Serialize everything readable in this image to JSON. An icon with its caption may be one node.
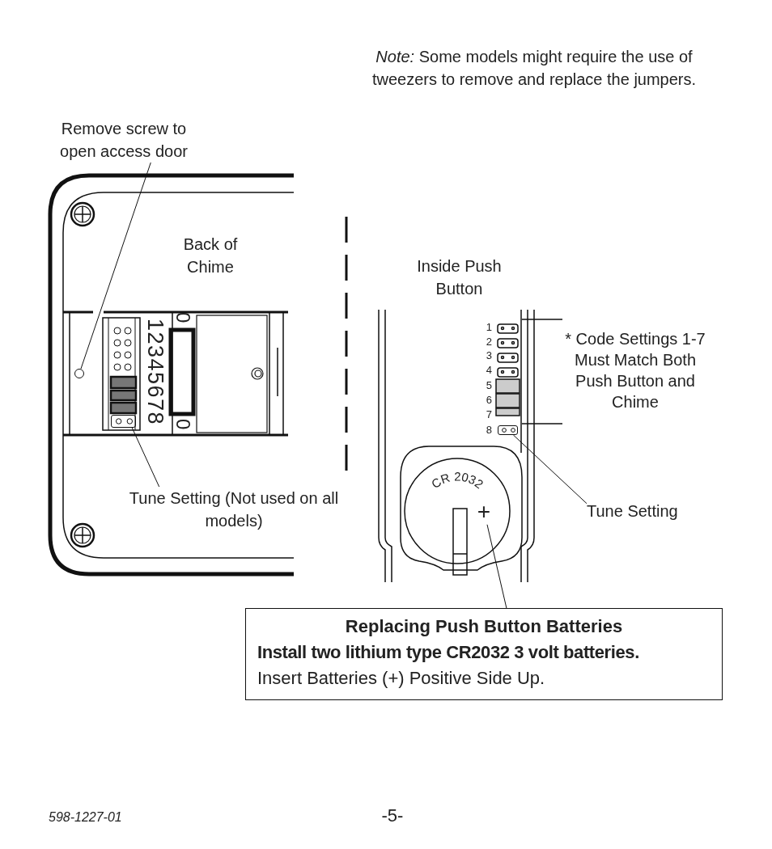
{
  "diagram": {
    "nodes": [
      {
        "text": [
          "Remove screw to open access door"
        ]
      },
      {
        "text": [],
        "shape": "circle"
      },
      {
        "text": [
          "Tune Setting (Not used on all models)"
        ]
      },
      {
        "text": [],
        "shape": "box"
      },
      {
        "text": [
          "Tune Setting"
        ]
      },
      {
        "text": [],
        "shape": "box"
      },
      {
        "text": [
          "Replacing Push Button Batteries",
          "Install two lithium type CR2032 3 volt batteries.",
          "Insert Batteries (+) Positive Side Up."
        ]
      },
      {
        "text": [
          "+"
        ]
      }
    ],
    "edges": [
      {
        "from": 0,
        "to": 1,
        "arrow": "none"
      },
      {
        "from": 2,
        "to": 3,
        "arrow": "none"
      },
      {
        "from": 4,
        "to": 5,
        "arrow": "none"
      },
      {
        "from": 6,
        "to": 7,
        "arrow": "none"
      }
    ],
    "labels": [
      "*Note:* Some models might require the use of tweezers to remove and replace the jumpers.",
      "Back of Chime",
      "Inside Push Button",
      "1",
      "2",
      "3",
      "4",
      "* Code Settings 1-7 Must Match Both Push Button and Chime",
      "5",
      "6",
      "7",
      "8",
      "12345678",
      "0",
      "0",
      "CR 2032",
      "598-1227-01",
      "-5-"
    ]
  }
}
